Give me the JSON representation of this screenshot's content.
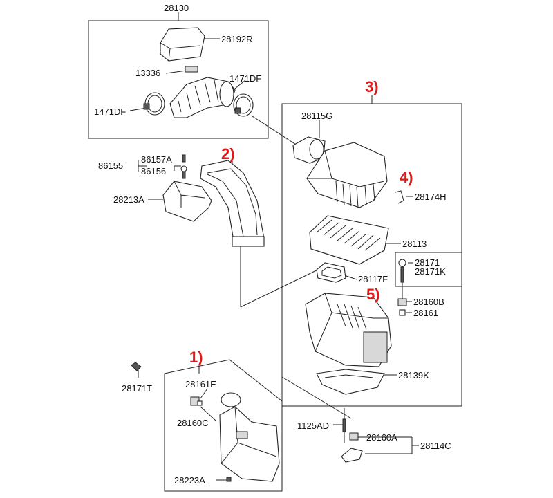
{
  "labels": {
    "l28130": "28130",
    "l28192R": "28192R",
    "l13336": "13336",
    "l1471DF_a": "1471DF",
    "l1471DF_b": "1471DF",
    "l28115G": "28115G",
    "l86157A": "86157A",
    "l86155": "86155",
    "l86156": "86156",
    "l28213A": "28213A",
    "l28174H": "28174H",
    "l28113": "28113",
    "l28171": "28171",
    "l28171K": "28171K",
    "l28117F": "28117F",
    "l28160B": "28160B",
    "l28161": "28161",
    "l28139K": "28139K",
    "l28171T": "28171T",
    "l28161E": "28161E",
    "l28160C": "28160C",
    "l1125AD": "1125AD",
    "l28160A": "28160A",
    "l28114C": "28114C",
    "l28223A": "28223A"
  },
  "callouts": {
    "c1": "1)",
    "c2": "2)",
    "c3": "3)",
    "c4": "4)",
    "c5": "5)"
  },
  "colors": {
    "callout": "#e01818",
    "line": "#222222"
  }
}
